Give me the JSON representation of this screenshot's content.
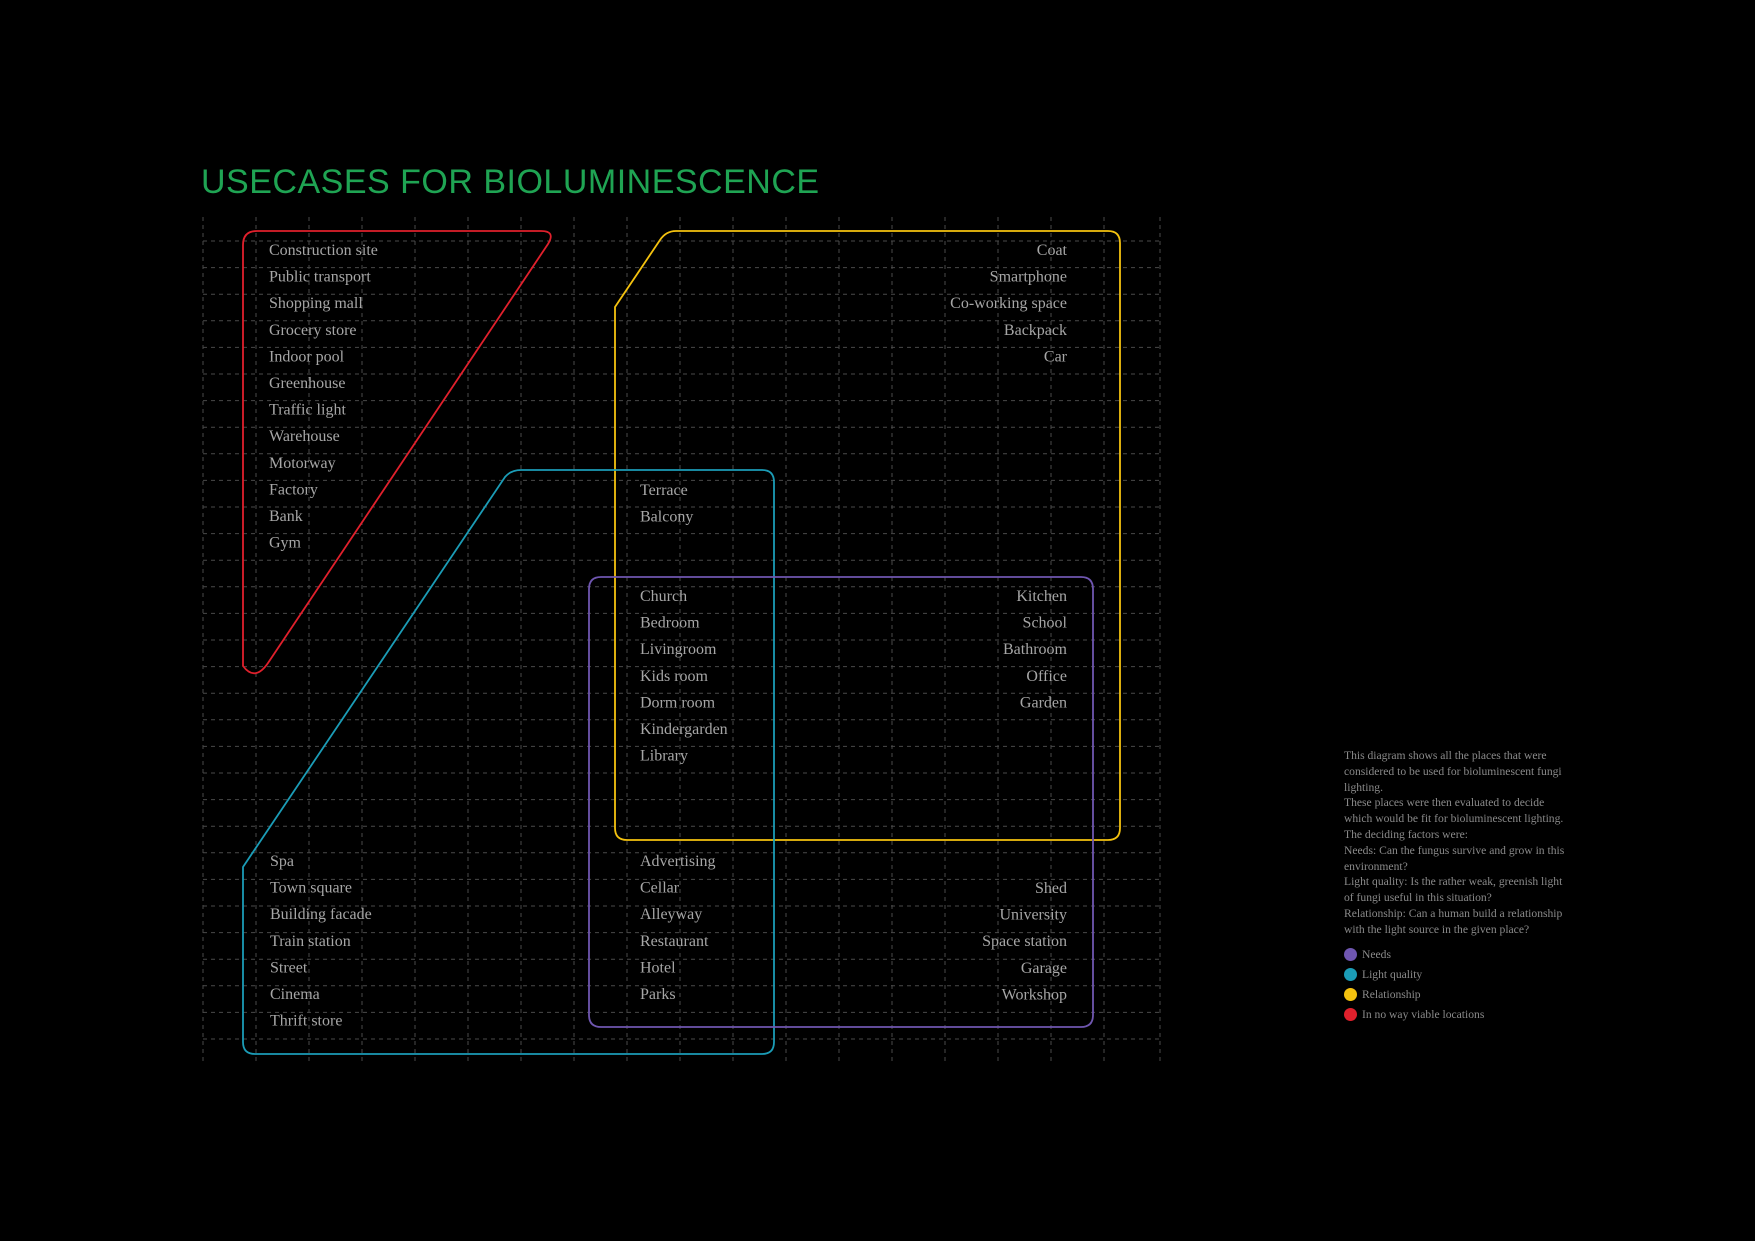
{
  "title": "USECASES FOR BIOLUMINESCENCE",
  "colors": {
    "background": "#000000",
    "title": "#1fa453",
    "grid": "#4a4a4a",
    "label": "#a6a6a6",
    "needs": "#6f56b0",
    "light_quality": "#1b9cb6",
    "relationship": "#f4c20f",
    "not_viable": "#e0202c"
  },
  "groups": [
    {
      "id": "not-viable",
      "color_key": "not_viable",
      "items": [
        "Construction site",
        "Public transport",
        "Shopping mall",
        "Grocery store",
        "Indoor pool",
        "Greenhouse",
        "Traffic light",
        "Warehouse",
        "Motorway",
        "Factory",
        "Bank",
        "Gym"
      ]
    },
    {
      "id": "relationship-only",
      "color_key": "relationship",
      "items": [
        "Coat",
        "Smartphone",
        "Co-working space",
        "Backpack",
        "Car"
      ]
    },
    {
      "id": "light-and-relationship",
      "color_key": "light_quality",
      "items": [
        "Terrace",
        "Balcony"
      ]
    },
    {
      "id": "all-three",
      "color_key": "needs",
      "items": [
        "Church",
        "Bedroom",
        "Livingroom",
        "Kids room",
        "Dorm room",
        "Kindergarden",
        "Library"
      ]
    },
    {
      "id": "needs-and-relationship",
      "color_key": "needs",
      "items": [
        "Kitchen",
        "School",
        "Bathroom",
        "Office",
        "Garden"
      ]
    },
    {
      "id": "light-only",
      "color_key": "light_quality",
      "items": [
        "Spa",
        "Town square",
        "Building facade",
        "Train station",
        "Street",
        "Cinema",
        "Thrift store"
      ]
    },
    {
      "id": "needs-and-light",
      "color_key": "needs",
      "items": [
        "Advertising",
        "Cellar",
        "Alleyway",
        "Restaurant",
        "Hotel",
        "Parks"
      ]
    },
    {
      "id": "needs-only",
      "color_key": "needs",
      "items": [
        "Shed",
        "University",
        "Space station",
        "Garage",
        "Workshop"
      ]
    }
  ],
  "description": [
    "This diagram shows all the places that were considered to be used for bioluminescent fungi lighting.",
    "These places were then evaluated to decide which would be fit for bioluminescent lighting.",
    "The deciding factors were:",
    "Needs: Can the fungus survive and grow in this environment?",
    "Light quality: Is the rather  weak, greenish light of fungi useful in this situation?",
    "Relationship: Can a human build a relationship with the light source in the given place?"
  ],
  "legend": [
    {
      "label": "Needs",
      "color_key": "needs"
    },
    {
      "label": "Light quality",
      "color_key": "light_quality"
    },
    {
      "label": "Relationship",
      "color_key": "relationship"
    },
    {
      "label": "In no way viable locations",
      "color_key": "not_viable"
    }
  ]
}
